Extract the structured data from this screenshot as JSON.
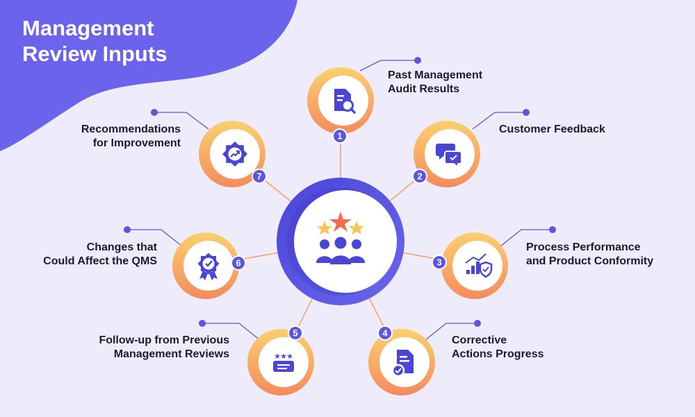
{
  "title": {
    "line1": "Management",
    "line2": "Review Inputs"
  },
  "colors": {
    "background": "#eeecfb",
    "accent": "#5b55e0",
    "ring_orange": "#f58a5f",
    "ring_yellow": "#fbcd6e",
    "connector": "#f5a26a",
    "text": "#1b1b2e"
  },
  "center": {
    "icon": "team-stars-icon"
  },
  "inputs": [
    {
      "number": "1",
      "line1": "Past Management",
      "line2": "Audit Results",
      "icon": "document-search-icon"
    },
    {
      "number": "2",
      "line1": "Customer Feedback",
      "line2": "",
      "icon": "chat-bubbles-icon"
    },
    {
      "number": "3",
      "line1": "Process Performance",
      "line2": "and Product Conformity",
      "icon": "growth-chart-shield-icon"
    },
    {
      "number": "4",
      "line1": "Corrective",
      "line2": "Actions Progress",
      "icon": "document-check-icon"
    },
    {
      "number": "5",
      "line1": "Follow-up from Previous",
      "line2": "Management Reviews",
      "icon": "rating-review-icon"
    },
    {
      "number": "6",
      "line1": "Changes that",
      "line2": "Could Affect the QMS",
      "icon": "quality-badge-icon"
    },
    {
      "number": "7",
      "line1": "Recommendations",
      "line2": "for Improvement",
      "icon": "improvement-gear-icon"
    }
  ]
}
